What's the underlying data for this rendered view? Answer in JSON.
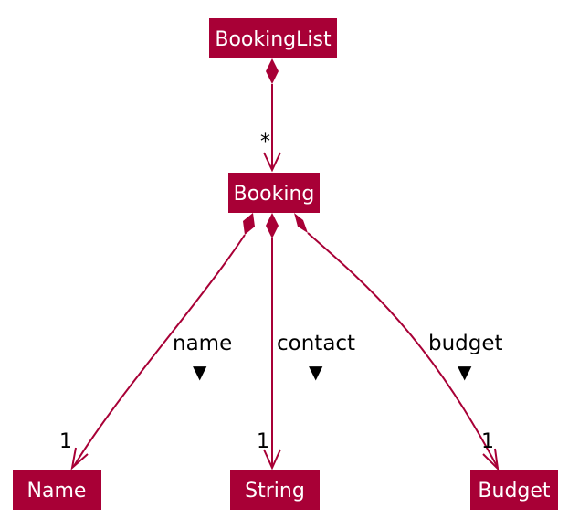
{
  "colors": {
    "class_fill": "#a80036",
    "class_text": "#ffffff",
    "line": "#a80036",
    "label": "#000000"
  },
  "classes": {
    "booking_list": "BookingList",
    "booking": "Booking",
    "name": "Name",
    "string": "String",
    "budget": "Budget"
  },
  "relations": {
    "list_to_booking": {
      "multiplicity": "*"
    },
    "name": {
      "label": "name",
      "direction": "▼",
      "multiplicity": "1"
    },
    "contact": {
      "label": "contact",
      "direction": "▼",
      "multiplicity": "1"
    },
    "budget": {
      "label": "budget",
      "direction": "▼",
      "multiplicity": "1"
    }
  }
}
